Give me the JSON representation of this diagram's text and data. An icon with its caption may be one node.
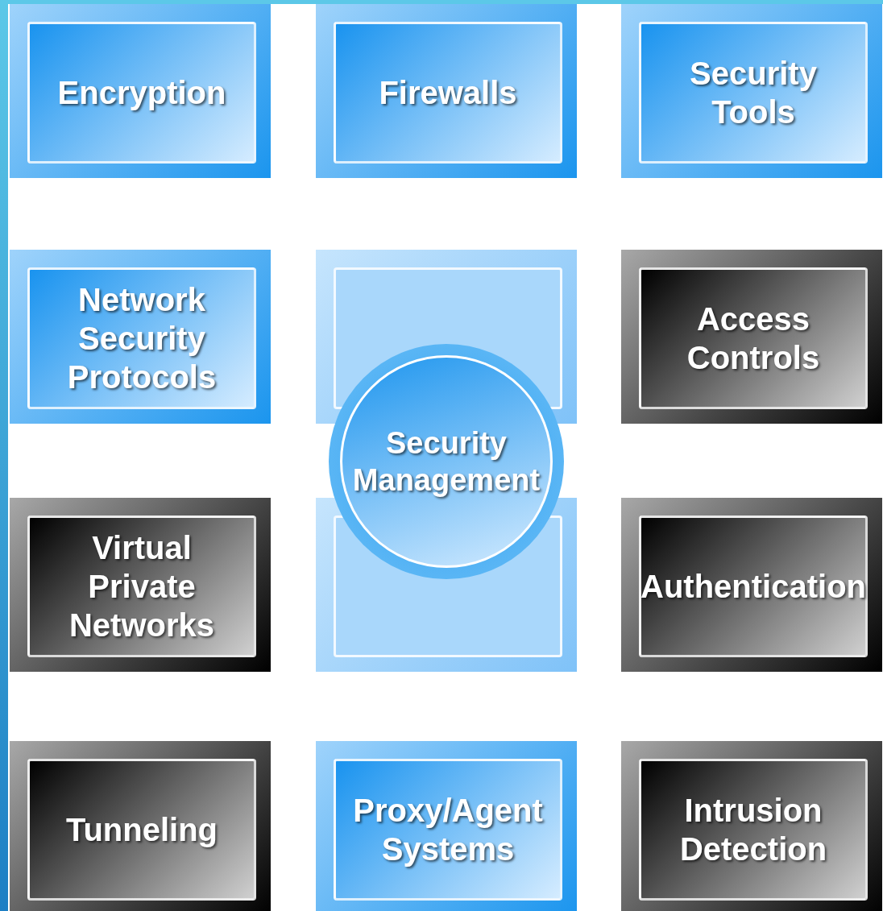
{
  "diagram": {
    "nodes": [
      {
        "text": [
          "Encryption"
        ]
      },
      {
        "text": [
          "Firewalls"
        ]
      },
      {
        "text": [
          "Security Tools"
        ]
      },
      {
        "text": [
          "Network Security Protocols"
        ]
      },
      {
        "text": [],
        "shape": "box"
      },
      {
        "text": [
          "Access Controls"
        ]
      },
      {
        "text": [
          "Security Management"
        ]
      },
      {
        "text": [
          "Virtual Private Networks"
        ]
      },
      {
        "text": [],
        "shape": "box"
      },
      {
        "text": [
          "Authentication"
        ]
      },
      {
        "text": [
          "Tunneling"
        ]
      },
      {
        "text": [
          "Proxy/Agent Systems"
        ]
      },
      {
        "text": [
          "Intrusion Detection"
        ]
      }
    ]
  }
}
